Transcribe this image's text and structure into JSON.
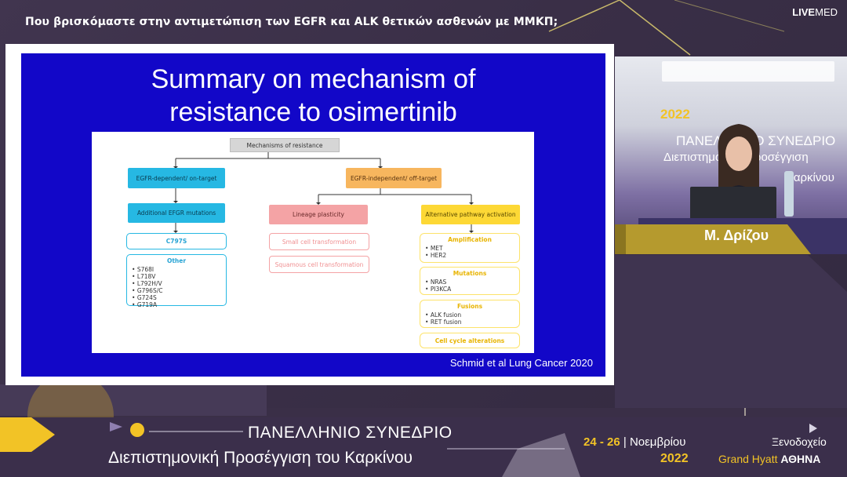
{
  "header": {
    "title": "Που βρισκόμαστε στην αντιμετώπιση των EGFR και ALK θετικών ασθενών με ΜΜΚΠ;",
    "brand_bold": "LIVE",
    "brand_light": "MED"
  },
  "slide": {
    "title_line1": "Summary on mechanism of",
    "title_line2": "resistance to osimertinib",
    "citation": "Schmid et al Lung Cancer 2020",
    "diagram": {
      "root": "Mechanisms of resistance",
      "egfr_dependent": "EGFR-dependent/ on-target",
      "egfr_independent": "EGFR-independent/ off-target",
      "additional_mutations": "Additional EFGR mutations",
      "c797s": "C797S",
      "other_title": "Other",
      "other_items": [
        "S768I",
        "L718V",
        "L792H/V",
        "G796S/C",
        "G724S",
        "G719A"
      ],
      "lineage_plasticity": "Lineage plasticity",
      "small_cell": "Small cell transformation",
      "squamous_cell": "Squamous cell transformation",
      "alternative_pathway": "Alternative pathway activation",
      "amplification_title": "Amplification",
      "amplification_items": [
        "MET",
        "HER2"
      ],
      "mutations_title": "Mutations",
      "mutations_items": [
        "NRAS",
        "PI3KCA"
      ],
      "fusions_title": "Fusions",
      "fusions_items": [
        "ALK fusion",
        "RET fusion"
      ],
      "cell_cycle": "Cell cycle alterations"
    }
  },
  "video": {
    "bg_text1": "ΠΑΝΕΛΛΗΝΙΟ ΣΥΝΕΔΡΙΟ",
    "bg_text2": "Διεπιστημονική Προσέγγιση",
    "bg_text3": "Καρκίνου",
    "bg_year": "2022",
    "speaker_name": "Μ. Δρίζου"
  },
  "footer": {
    "title_line1": "ΠΑΝΕΛΛΗΝΙΟ ΣΥΝΕΔΡΙΟ",
    "title_line2": "Διεπιστημονική Προσέγγιση του Καρκίνου",
    "dates_num": "24 - 26",
    "dates_month": "Νοεμβρίου",
    "year": "2022",
    "venue_line1": "Ξενοδοχείο",
    "venue_prefix": "Grand Hyatt",
    "venue_city": "ΑΘΗΝΑ"
  },
  "colors": {
    "slide_blue": "#1207c8",
    "accent_yellow": "#f2c326",
    "background": "#3a2f47"
  }
}
